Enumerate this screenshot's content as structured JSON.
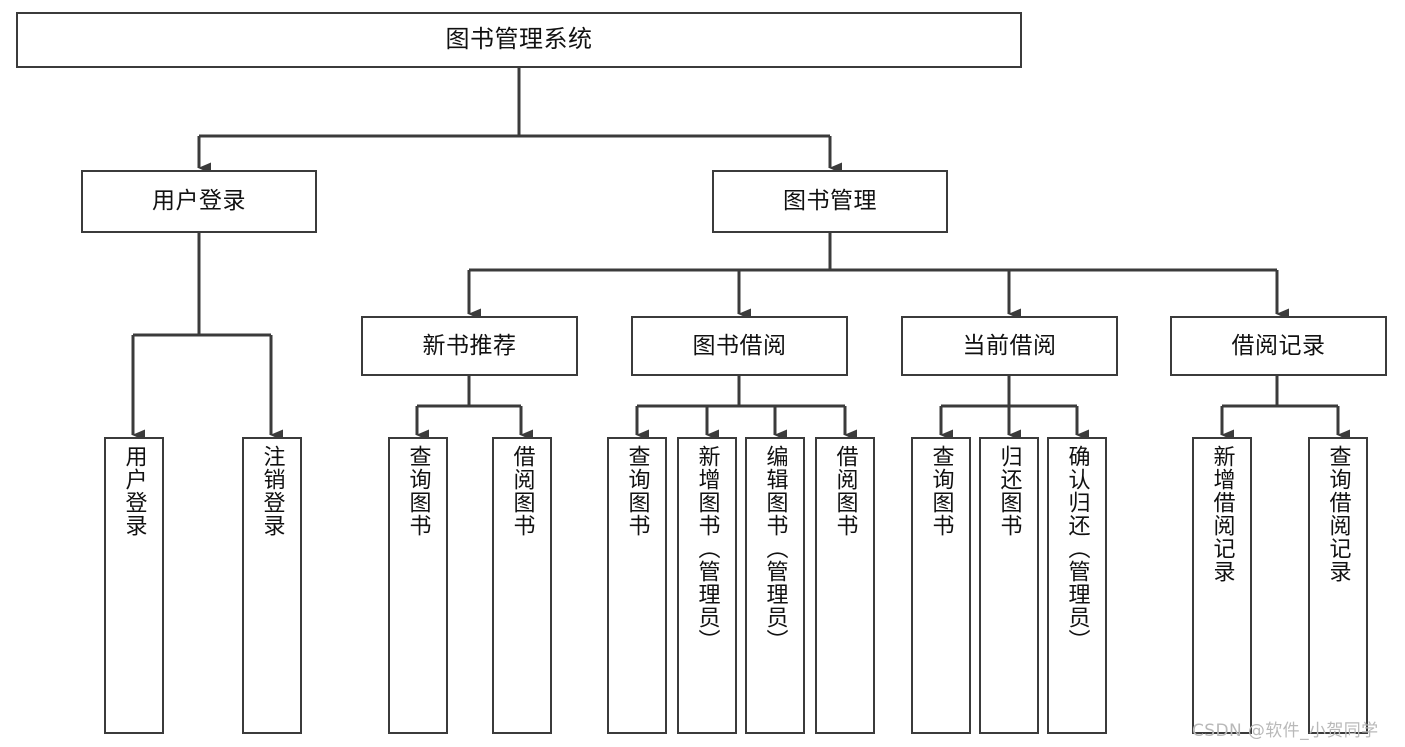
{
  "diagram": {
    "title": "图书管理系统",
    "type": "tree-hierarchy-chart",
    "colors": {
      "box_border": "#3b3b3b",
      "box_fill": "#ffffff",
      "connector": "#3b3b3b",
      "text": "#111111",
      "watermark": "#b9b9b9",
      "background": "#ffffff"
    },
    "root": {
      "label": "图书管理系统"
    },
    "level2": [
      {
        "id": "user-login",
        "label": "用户登录"
      },
      {
        "id": "book-management",
        "label": "图书管理"
      }
    ],
    "level3": [
      {
        "id": "new-book-recommend",
        "label": "新书推荐",
        "parent": "book-management"
      },
      {
        "id": "book-borrow",
        "label": "图书借阅",
        "parent": "book-management"
      },
      {
        "id": "current-borrow",
        "label": "当前借阅",
        "parent": "book-management"
      },
      {
        "id": "borrow-record",
        "label": "借阅记录",
        "parent": "book-management"
      }
    ],
    "leaves": [
      {
        "id": "leaf-user-login",
        "label": "用户登录",
        "parent": "user-login"
      },
      {
        "id": "leaf-logout-login",
        "label": "注销登录",
        "parent": "user-login"
      },
      {
        "id": "leaf-query-book-1",
        "label": "查询图书",
        "parent": "new-book-recommend"
      },
      {
        "id": "leaf-borrow-book-1",
        "label": "借阅图书",
        "parent": "new-book-recommend"
      },
      {
        "id": "leaf-query-book-2",
        "label": "查询图书",
        "parent": "book-borrow"
      },
      {
        "id": "leaf-add-book",
        "label": "新增图书（管理员）",
        "parent": "book-borrow"
      },
      {
        "id": "leaf-edit-book",
        "label": "编辑图书（管理员）",
        "parent": "book-borrow"
      },
      {
        "id": "leaf-borrow-book-2",
        "label": "借阅图书",
        "parent": "book-borrow"
      },
      {
        "id": "leaf-query-book-3",
        "label": "查询图书",
        "parent": "current-borrow"
      },
      {
        "id": "leaf-return-book",
        "label": "归还图书",
        "parent": "current-borrow"
      },
      {
        "id": "leaf-confirm-return",
        "label": "确认归还（管理员）",
        "parent": "current-borrow"
      },
      {
        "id": "leaf-add-borrow-record",
        "label": "新增借阅记录",
        "parent": "borrow-record"
      },
      {
        "id": "leaf-query-borrow-record",
        "label": "查询借阅记录",
        "parent": "borrow-record"
      }
    ],
    "watermark": "CSDN @软件_小贺同学"
  }
}
